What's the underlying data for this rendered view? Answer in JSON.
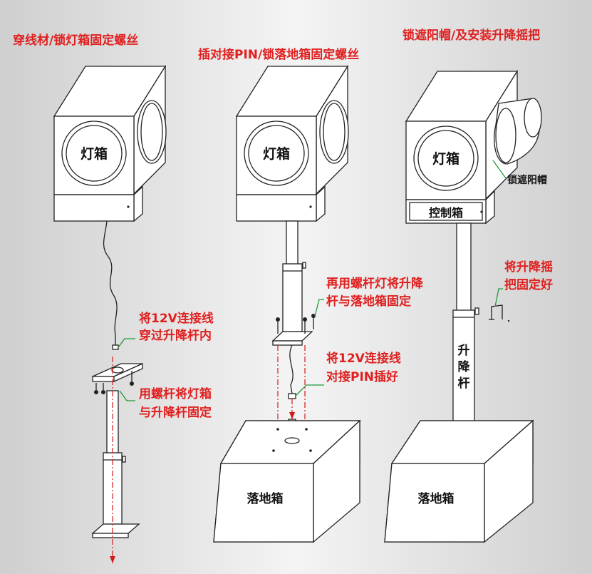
{
  "captions": {
    "step1": "穿线材/锁灯箱固定螺丝",
    "step2": "插对接PIN/锁落地箱固定螺丝",
    "step3": "锁遮阳帽/及安装升降摇把"
  },
  "annotations": {
    "a1_line1": "将12V连接线",
    "a1_line2": "穿过升降杆内",
    "a2_line1": "用螺杆将灯箱",
    "a2_line2": "与升降杆固定",
    "a3_line1": "再用螺杆灯将升降",
    "a3_line2": "杆与落地箱固定",
    "a4_line1": "将12V连接线",
    "a4_line2": "对接PIN插好",
    "a5_line1": "将升降摇",
    "a5_line2": "把固定好",
    "a6": "锁遮阳帽"
  },
  "labels": {
    "lamp_box": "灯箱",
    "control_box": "控制箱",
    "ground_box": "落地箱",
    "pole_1": "升",
    "pole_2": "降",
    "pole_3": "杆"
  },
  "colors": {
    "caption_red": "#e02020",
    "leader_green": "#1f9a3a",
    "line_black": "#222222"
  }
}
